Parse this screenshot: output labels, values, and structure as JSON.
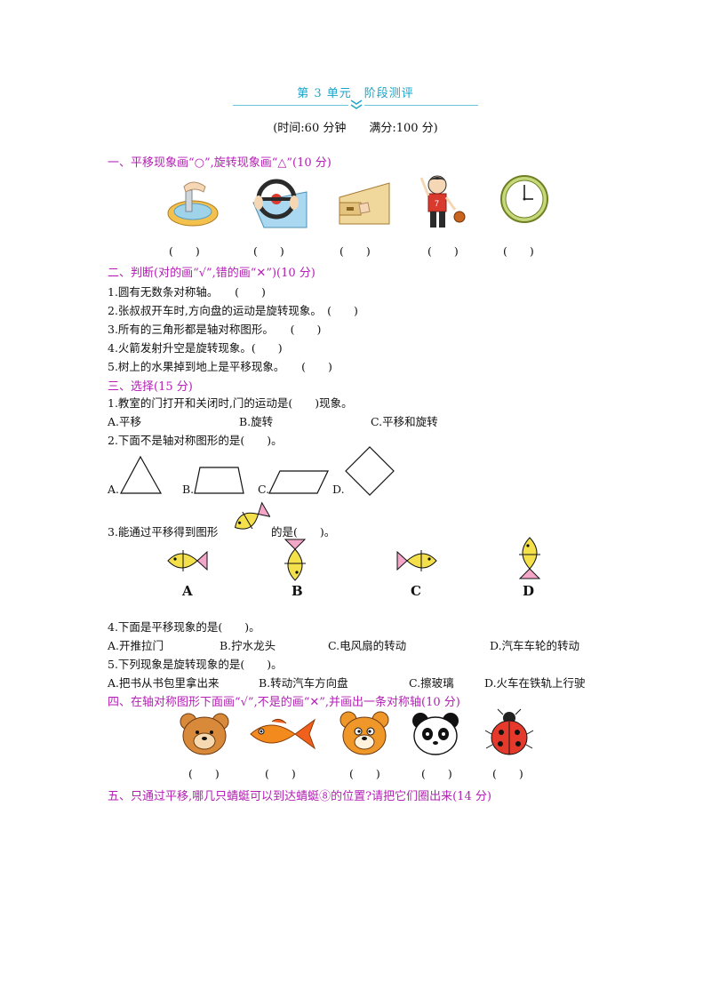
{
  "header": {
    "title": "第 3 单元　阶段测评",
    "subtitle": "(时间:60 分钟　　满分:100 分)"
  },
  "s1": {
    "heading": "一、平移现象画“○”,旋转现象画“△”(10 分)",
    "parens": [
      "(　　)",
      "(　　)",
      "(　　)",
      "(　　)",
      "(　　)"
    ],
    "jersey_number": "7"
  },
  "s2": {
    "heading": "二、判断(对的画“√”,错的画“✕”)(10 分)",
    "items": [
      "1.圆有无数条对称轴。　　(　　)",
      "2.张叔叔开车时,方向盘的运动是旋转现象。　(　　)",
      "3.所有的三角形都是轴对称图形。　　(　　)",
      "4.火箭发射升空是旋转现象。(　　)",
      "5.树上的水果掉到地上是平移现象。　　(　　)"
    ]
  },
  "s3": {
    "heading": "三、选择(15 分)",
    "q1": {
      "text": "1.教室的门打开和关闭时,门的运动是(　　)现象。",
      "options": [
        "A.平移",
        "B.旋转",
        "C.平移和旋转"
      ]
    },
    "q2": {
      "text": "2.下面不是轴对称图形的是(　　)。",
      "options": [
        "A.",
        "B.",
        "C.",
        "D."
      ]
    },
    "q3": {
      "text_before": "3.能通过平移得到图形",
      "text_after": "的是(　　)。",
      "options": [
        "A",
        "B",
        "C",
        "D"
      ]
    },
    "q4": {
      "text": "4.下面是平移现象的是(　　)。",
      "options": [
        "A.开推拉门",
        "B.拧水龙头",
        "C.电风扇的转动",
        "D.汽车车轮的转动"
      ]
    },
    "q5": {
      "text": "5.下列现象是旋转现象的是(　　)。",
      "options": [
        "A.把书从书包里拿出来",
        "B.转动汽车方向盘",
        "C.擦玻璃",
        "D.火车在铁轨上行驶"
      ]
    }
  },
  "s4": {
    "heading": "四、在轴对称图形下面画“√”,不是的画“✕”,并画出一条对称轴(10 分)",
    "parens": [
      "(　　)",
      "(　　)",
      "(　　)",
      "(　　)",
      "(　　)"
    ]
  },
  "s5": {
    "heading": "五、只通过平移,哪几只蜻蜓可以到达蜻蜓⑧的位置?请把它们圈出来(14 分)"
  },
  "colors": {
    "title": "#1aa3c8",
    "section": "#b320b3",
    "fish_yellow": "#f3e04a",
    "fish_pink": "#f4a6c8"
  }
}
